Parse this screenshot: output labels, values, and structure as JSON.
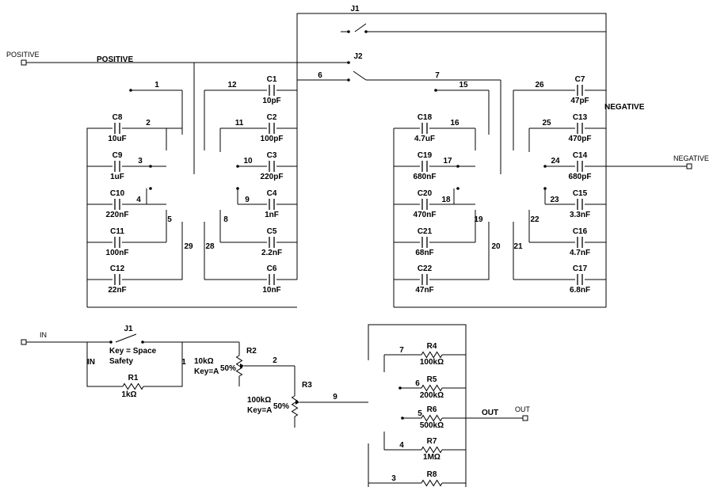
{
  "terminals": {
    "positive_term": "POSITIVE",
    "positive_wire": "POSITIVE",
    "negative_term": "NEGATIVE",
    "negative_wire": "NEGATIVE",
    "in_term": "IN",
    "in_wire": "IN",
    "out_term": "OUT",
    "out_wire": "OUT"
  },
  "switches": [
    {
      "id": "j1-top",
      "label": "J1"
    },
    {
      "id": "j2-top",
      "label": "J2"
    },
    {
      "id": "j1-bottom",
      "label": "J1",
      "key": "Key = Space",
      "note": "Safety"
    }
  ],
  "left_bank": [
    {
      "ref": "C8",
      "value": "10uF",
      "node": "2"
    },
    {
      "ref": "C9",
      "value": "1uF",
      "node": "3"
    },
    {
      "ref": "C10",
      "value": "220nF",
      "node": "4"
    },
    {
      "ref": "C11",
      "value": "100nF",
      "node": "5"
    },
    {
      "ref": "C12",
      "value": "22nF",
      "node": "29"
    }
  ],
  "left_bank2": [
    {
      "ref": "C1",
      "value": "10pF",
      "node": "12"
    },
    {
      "ref": "C2",
      "value": "100pF",
      "node": "11"
    },
    {
      "ref": "C3",
      "value": "220pF",
      "node": "10"
    },
    {
      "ref": "C4",
      "value": "1nF",
      "node": "9"
    },
    {
      "ref": "C5",
      "value": "2.2nF",
      "node": "8"
    },
    {
      "ref": "C6",
      "value": "10nF",
      "node": "28"
    }
  ],
  "right_bank": [
    {
      "ref": "C18",
      "value": "4.7uF",
      "node": "16"
    },
    {
      "ref": "C19",
      "value": "680nF",
      "node": "17"
    },
    {
      "ref": "C20",
      "value": "470nF",
      "node": "18"
    },
    {
      "ref": "C21",
      "value": "68nF",
      "node": "19"
    },
    {
      "ref": "C22",
      "value": "47nF",
      "node": "20"
    }
  ],
  "right_bank2": [
    {
      "ref": "C7",
      "value": "47pF",
      "node": "26"
    },
    {
      "ref": "C13",
      "value": "470pF",
      "node": "25"
    },
    {
      "ref": "C14",
      "value": "680pF",
      "node": "24"
    },
    {
      "ref": "C15",
      "value": "3.3nF",
      "node": "23"
    },
    {
      "ref": "C16",
      "value": "4.7nF",
      "node": "22"
    },
    {
      "ref": "C17",
      "value": "6.8nF",
      "node": "21"
    }
  ],
  "nodes": {
    "n1": "1",
    "n6": "6",
    "n7": "7",
    "n15": "15"
  },
  "bottom": {
    "r1": {
      "ref": "R1",
      "value": "1kΩ"
    },
    "r2": {
      "ref": "R2",
      "value": "10kΩ",
      "key": "Key=A",
      "pct": "50%"
    },
    "r3": {
      "ref": "R3",
      "value": "100kΩ",
      "key": "Key=A",
      "pct": "50%"
    },
    "nodes": {
      "in": "IN",
      "n1": "1",
      "n2": "2",
      "n9": "9"
    },
    "resistors": [
      {
        "ref": "R4",
        "value": "100kΩ",
        "node": "7"
      },
      {
        "ref": "R5",
        "value": "200kΩ",
        "node": "6"
      },
      {
        "ref": "R6",
        "value": "500kΩ",
        "node": "5"
      },
      {
        "ref": "R7",
        "value": "1MΩ",
        "node": "4"
      },
      {
        "ref": "R8",
        "value": "",
        "node": "3"
      }
    ]
  }
}
